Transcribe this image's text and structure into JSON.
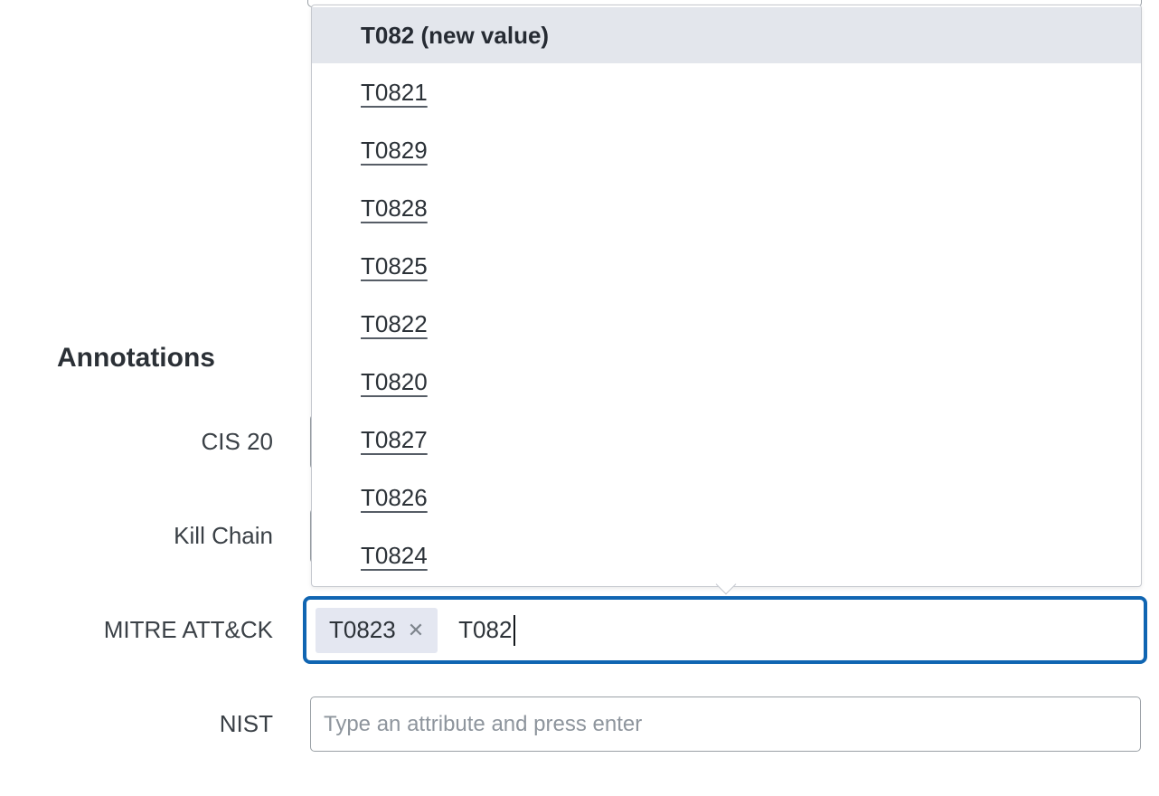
{
  "section": {
    "heading": "Annotations"
  },
  "rows": {
    "cis20": {
      "label": "CIS 20"
    },
    "killchain": {
      "label": "Kill Chain"
    },
    "mitre": {
      "label": "MITRE ATT&CK"
    },
    "nist": {
      "label": "NIST",
      "placeholder": "Type an attribute and press enter"
    }
  },
  "mitre_field": {
    "tags": [
      {
        "label": "T0823",
        "remove_icon": "✕"
      }
    ],
    "typed_value": "T082"
  },
  "autocomplete": {
    "highlighted_option": "T082 (new value)",
    "options": [
      "T0821",
      "T0829",
      "T0828",
      "T0825",
      "T0822",
      "T0820",
      "T0827",
      "T0826",
      "T0824"
    ]
  },
  "colors": {
    "focus_border": "#1065b2",
    "highlight_bg": "#e3e6ec",
    "tag_bg": "#e4e7f1",
    "panel_border": "#c5c8ce",
    "input_border": "#9aa0a6",
    "option_text": "#2c3238",
    "label_text": "#3a4046",
    "heading_text": "#2b3036",
    "placeholder_text": "#8e959d",
    "remove_icon": "#7d848c"
  }
}
